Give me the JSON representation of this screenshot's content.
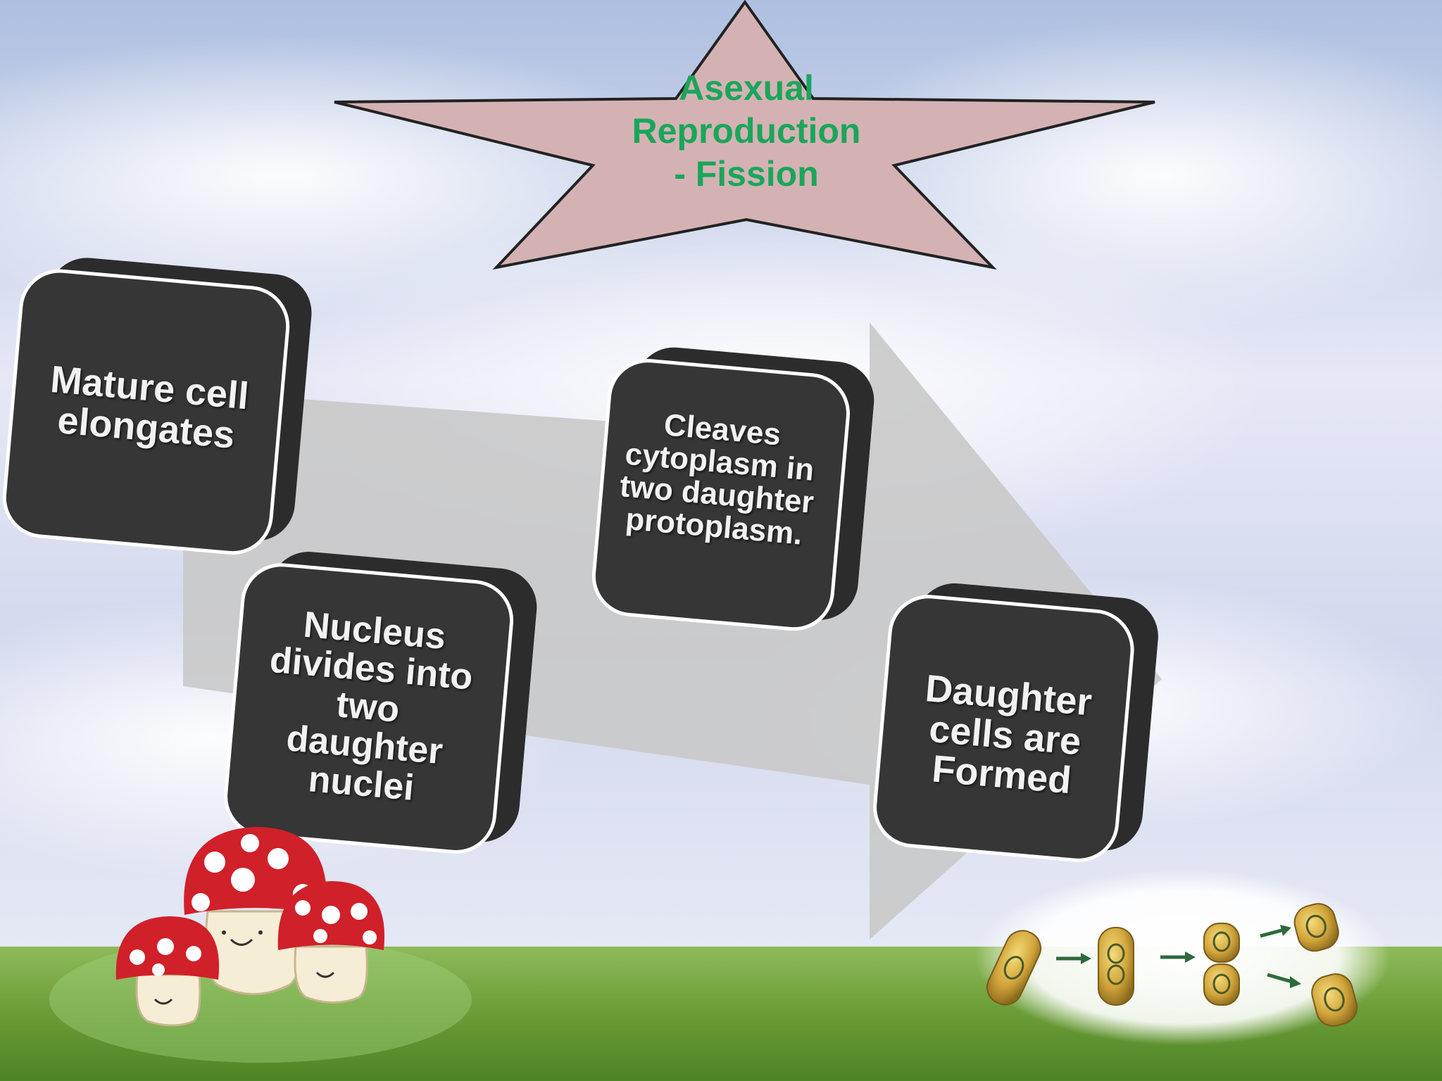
{
  "title": {
    "line1": "Asexual",
    "line2": "Reproduction",
    "line3": "- Fission",
    "color": "#1aa65a",
    "star_fill": "#d4b2b4"
  },
  "steps": [
    {
      "label": "Mature cell elongates"
    },
    {
      "label": "Nucleus divides into two daughter nuclei"
    },
    {
      "label": "Cleaves cytoplasm in two daughter protoplasm."
    },
    {
      "label": "Daughter cells are Formed"
    }
  ],
  "colors": {
    "box_fill": "#363636",
    "box_border": "#ffffff",
    "arrow_fill": "#c9c9c9",
    "grass": "#6e9e3a",
    "mushroom_cap": "#d0202a"
  },
  "icons": [
    "mushroom-group-illustration",
    "cell-division-illustration"
  ]
}
